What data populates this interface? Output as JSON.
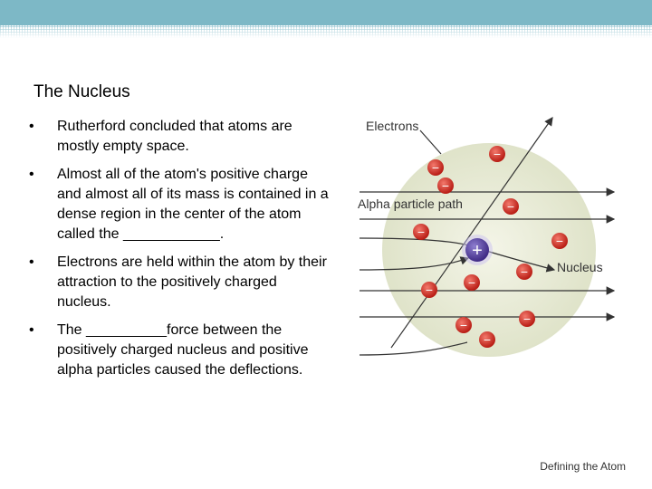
{
  "slide": {
    "title": "The Nucleus",
    "bullets": [
      {
        "marker": "•",
        "text": "Rutherford concluded that atoms are mostly empty space."
      },
      {
        "marker": "•",
        "text": "Almost all of the atom's positive charge and almost all of its mass is contained in a dense region in the center of the atom called the ____________."
      },
      {
        "marker": "•",
        "text": "Electrons are held within the atom by their attraction to the positively charged nucleus."
      },
      {
        "marker": "•",
        "text": "The __________force between the positively charged nucleus and positive alpha particles caused the deflections."
      }
    ],
    "footer": "Defining the Atom"
  },
  "figure": {
    "labels": {
      "electrons": "Electrons",
      "alpha_path": "Alpha particle path",
      "nucleus": "Nucleus"
    },
    "electron_symbol": "−",
    "nucleus_symbol": "+",
    "colors": {
      "atom_fill": "#e6e9d3",
      "electron": "#d2281e",
      "nucleus": "#5b3fa0",
      "path": "#333333",
      "top_bar": "#7db8c6"
    }
  }
}
